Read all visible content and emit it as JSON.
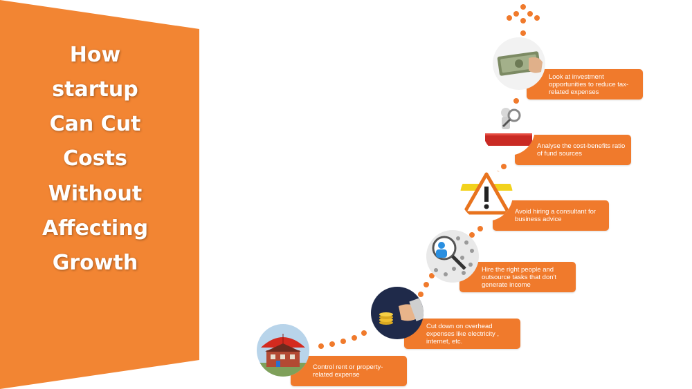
{
  "title_lines": [
    "How",
    "startup",
    "Can Cut",
    "Costs",
    "Without",
    "Affecting",
    "Growth"
  ],
  "colors": {
    "accent": "#f07a2c",
    "banner": "#f28533",
    "text_light": "#ffffff"
  },
  "steps": [
    {
      "icon": "house-umbrella-icon",
      "text": "Control rent or property-related expense"
    },
    {
      "icon": "hand-coins-icon",
      "text": "Cut down on overhead expenses like electricity , internet, etc."
    },
    {
      "icon": "magnifier-people-icon",
      "text": "Hire the right people and outsource tasks that don't generate income"
    },
    {
      "icon": "warning-sign-icon",
      "text": "Avoid hiring a consultant for business advice"
    },
    {
      "icon": "analysis-magnifier-icon",
      "text": "Analyse the cost-benefits ratio of fund sources"
    },
    {
      "icon": "money-stack-icon",
      "text": "Look at investment opportunities to reduce tax-related expenses"
    }
  ]
}
